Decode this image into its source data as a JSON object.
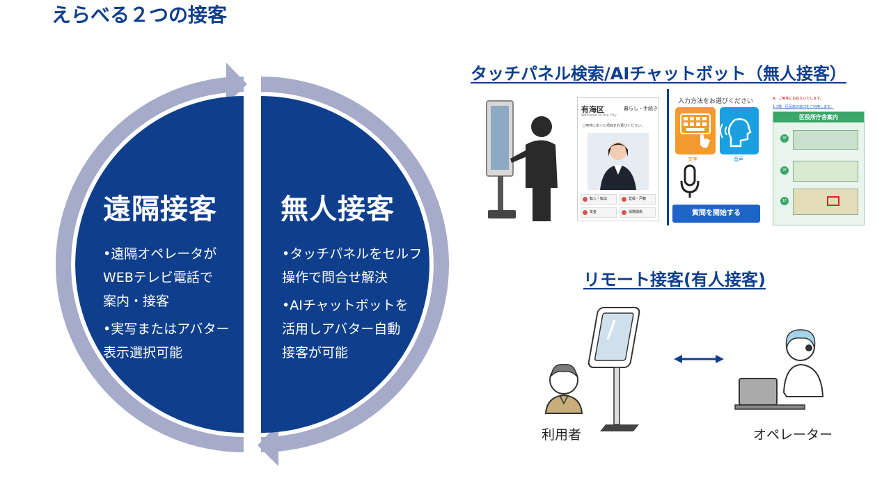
{
  "title": "えらべる２つの接客",
  "left_half": {
    "title": "遠隔接客",
    "bullets": [
      "•遠隔オペレータが\nWEBテレビ電話で\n案内・接客",
      "•実写またはアバター\n表示選択可能"
    ]
  },
  "right_half": {
    "title": "無人接客",
    "bullets": [
      "•タッチパネルをセルフ\n操作で問合せ解決",
      "•AIチャットボットを\n活用しアバター自動\n接客が可能"
    ]
  },
  "touch_section": {
    "title": "タッチパネル検索/AIチャットボット（無人接客）",
    "screen1": {
      "ward": "有海区",
      "ward_sub": "Welcome to the City",
      "life": "暮らし・手続き",
      "prompt": "ご用件にあった項目をお選びください。",
      "buttons": [
        "転入・転出",
        "登録・戸籍",
        "年金",
        "保険関係"
      ]
    },
    "screen2": {
      "prompt": "入力方法をお選びください",
      "text_label": "文字",
      "voice_label": "音声",
      "start_button": "質問を開始する"
    },
    "screen3": {
      "line1": "A：ご用件にお応えいたします。",
      "line2": "1.1階　区民係の窓口をご利用します。",
      "guide_title": "区役所庁舎案内",
      "floors": [
        "3F",
        "2F",
        "1F"
      ]
    }
  },
  "remote_section": {
    "title": "リモート接客(有人接客)",
    "user_label": "利用者",
    "operator_label": "オペレーター"
  },
  "colors": {
    "navy": "#0f3f8c",
    "ring": "#a6abc9",
    "title_blue": "#0f3f8c",
    "orange": "#f39a2e",
    "cyan": "#1aa0e0",
    "green": "#3aa66a"
  }
}
